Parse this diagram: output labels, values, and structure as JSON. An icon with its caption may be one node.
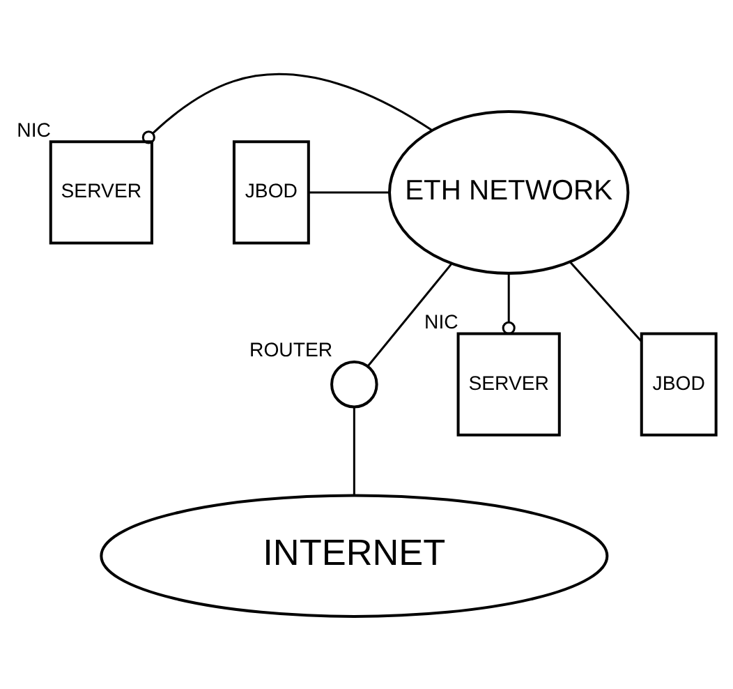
{
  "diagram": {
    "nodes": [
      {
        "text": [
          "SERVER"
        ],
        "beside": [
          "NIC"
        ]
      },
      {
        "text": [
          "ETH NETWORK"
        ]
      },
      {
        "text": [
          "JBOD"
        ]
      },
      {
        "text": [
          "SERVER"
        ],
        "beside": [
          "NIC"
        ]
      },
      {
        "text": [
          "JBOD"
        ]
      },
      {
        "text": [],
        "shape": "circle",
        "beside": [
          "ROUTER"
        ]
      },
      {
        "text": [
          "INTERNET"
        ]
      }
    ],
    "edges": [
      {
        "from": 0,
        "to": 1,
        "arrow": "other"
      },
      {
        "from": 2,
        "to": 1,
        "arrow": "none"
      },
      {
        "from": 3,
        "to": 1,
        "arrow": "other"
      },
      {
        "from": 4,
        "to": 1,
        "arrow": "none"
      },
      {
        "from": 1,
        "to": 5,
        "arrow": "none"
      },
      {
        "from": 5,
        "to": 6,
        "arrow": "none"
      }
    ]
  }
}
